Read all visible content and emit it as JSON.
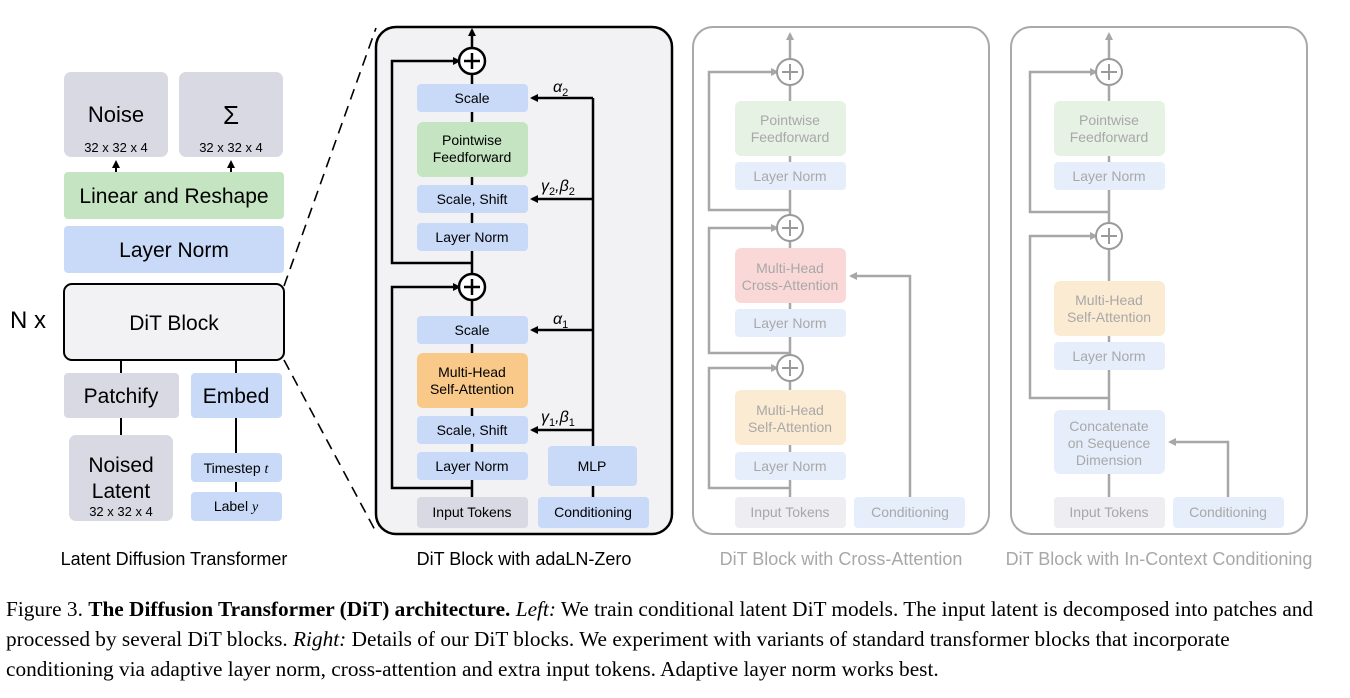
{
  "left": {
    "noise": "Noise",
    "noise_dim": "32 x 32 x 4",
    "sigma": "Σ",
    "sigma_dim": "32 x 32 x 4",
    "linear_reshape": "Linear and Reshape",
    "layer_norm": "Layer Norm",
    "dit_block": "DiT Block",
    "repeat": "N x",
    "patchify": "Patchify",
    "embed": "Embed",
    "noised": "Noised",
    "latent": "Latent",
    "latent_dim": "32 x 32 x 4",
    "timestep": "Timestep",
    "timestep_var": "t",
    "label": "Label",
    "label_var": "y",
    "title": "Latent Diffusion Transformer"
  },
  "adaln": {
    "title": "DiT Block with adaLN-Zero",
    "scale_top": "Scale",
    "ff_line1": "Pointwise",
    "ff_line2": "Feedforward",
    "scale_shift_top": "Scale, Shift",
    "layer_norm_top": "Layer Norm",
    "scale_bottom": "Scale",
    "attn_line1": "Multi-Head",
    "attn_line2": "Self-Attention",
    "scale_shift_bottom": "Scale, Shift",
    "layer_norm_bottom": "Layer Norm",
    "mlp": "MLP",
    "input_tokens": "Input Tokens",
    "conditioning": "Conditioning",
    "alpha2": "α",
    "alpha2_sub": "2",
    "gb2_g": "γ",
    "gb2_gsub": "2",
    "gb2_b": "β",
    "gb2_bsub": "2",
    "alpha1": "α",
    "alpha1_sub": "1",
    "gb1_g": "γ",
    "gb1_gsub": "1",
    "gb1_b": "β",
    "gb1_bsub": "1"
  },
  "cross": {
    "title": "DiT Block with Cross-Attention",
    "ff_line1": "Pointwise",
    "ff_line2": "Feedforward",
    "layer_norm_1": "Layer Norm",
    "cross_line1": "Multi-Head",
    "cross_line2": "Cross-Attention",
    "layer_norm_2": "Layer Norm",
    "self_line1": "Multi-Head",
    "self_line2": "Self-Attention",
    "layer_norm_3": "Layer Norm",
    "input_tokens": "Input Tokens",
    "conditioning": "Conditioning"
  },
  "incontext": {
    "title": "DiT Block with In-Context Conditioning",
    "ff_line1": "Pointwise",
    "ff_line2": "Feedforward",
    "layer_norm_1": "Layer Norm",
    "attn_line1": "Multi-Head",
    "attn_line2": "Self-Attention",
    "layer_norm_2": "Layer Norm",
    "concat_line1": "Concatenate",
    "concat_line2": "on Sequence",
    "concat_line3": "Dimension",
    "input_tokens": "Input Tokens",
    "conditioning": "Conditioning"
  },
  "caption": {
    "prefix": "Figure 3. ",
    "bold": "The Diffusion Transformer (DiT) architecture.",
    "left_label": "Left:",
    "left_text": " We train conditional latent DiT models. The input latent is decomposed into patches and processed by several DiT blocks. ",
    "right_label": "Right:",
    "right_text": " Details of our DiT blocks. We experiment with variants of standard transformer blocks that incorporate conditioning via adaptive layer norm, cross-attention and extra input tokens. Adaptive layer norm works best."
  },
  "colors": {
    "gray_box": "#d9d9e3",
    "blue_box": "#c9daf8",
    "green_box": "#c5e4c1",
    "orange_box": "#f9c98a",
    "red_box": "#f7cfcf",
    "panel_bg": "#f2f2f4",
    "faded_line": "#9a9a9a"
  }
}
